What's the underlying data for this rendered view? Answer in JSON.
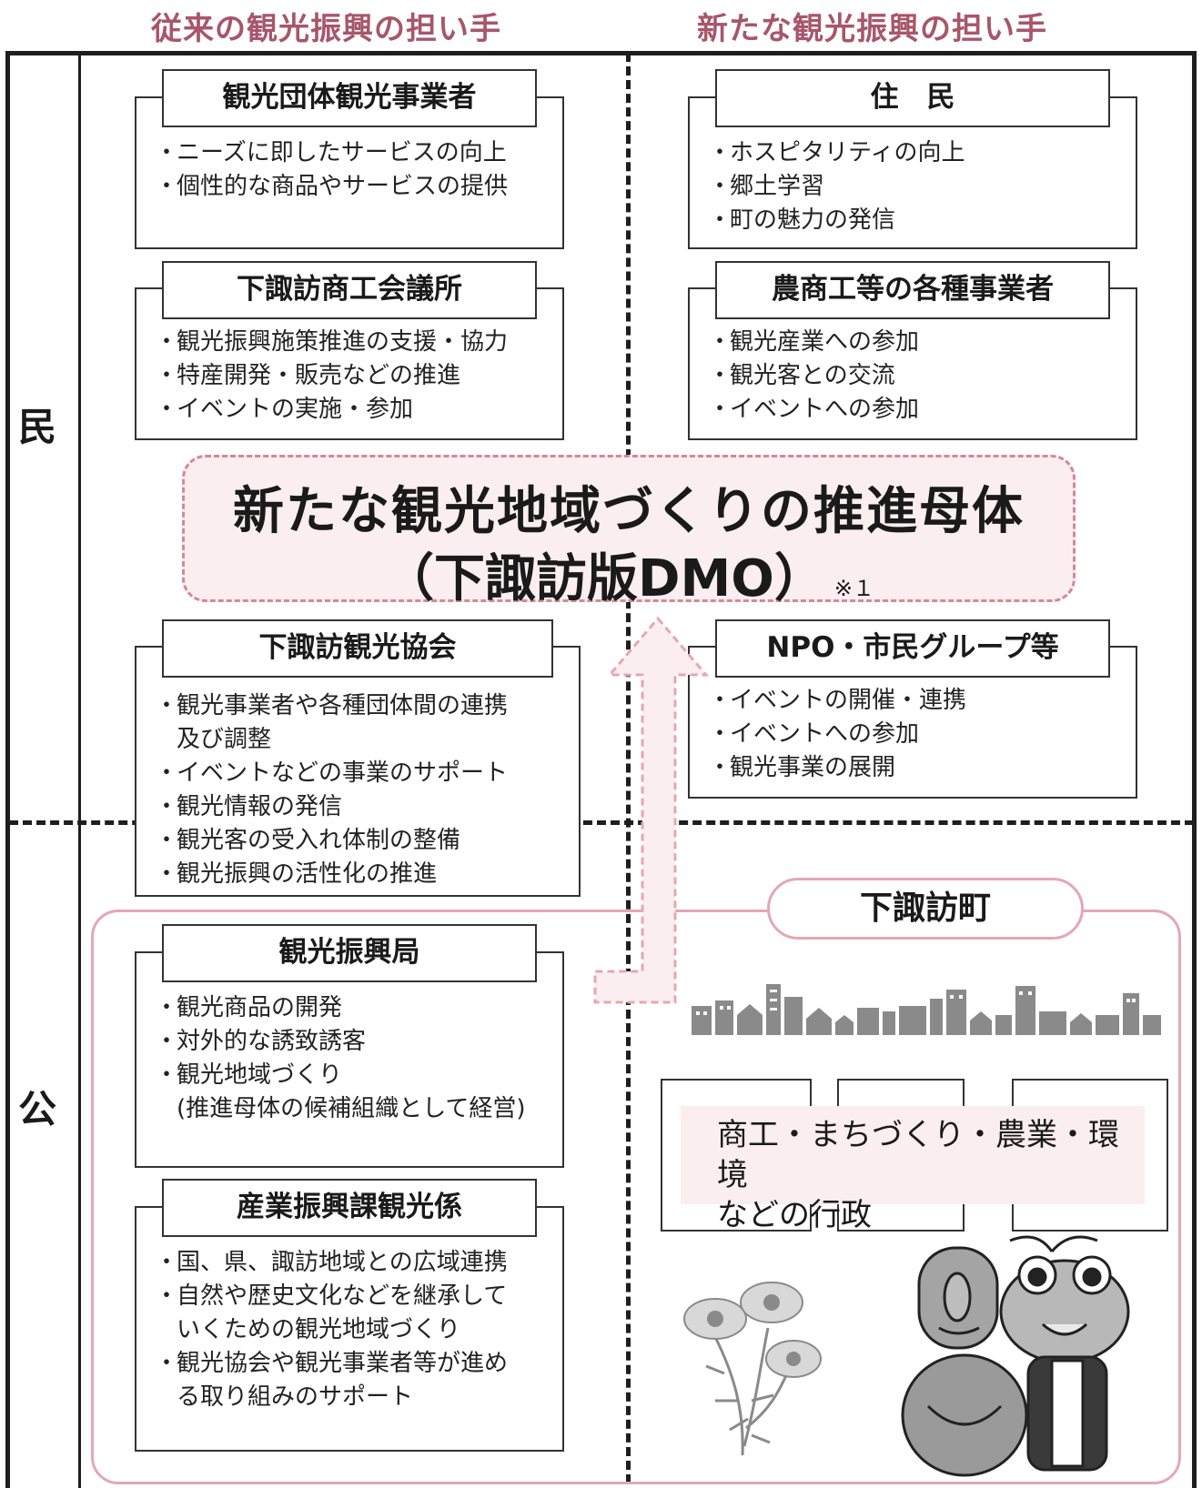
{
  "headers": {
    "left": "従来の観光振興の担い手",
    "right": "新たな観光振興の担い手"
  },
  "sides": {
    "private": "民",
    "public": "公"
  },
  "boxes": {
    "tourism_operators": {
      "title": "観光団体観光事業者",
      "items": [
        "ニーズに即したサービスの向上",
        "個性的な商品やサービスの提供"
      ]
    },
    "residents": {
      "title": "住　民",
      "items": [
        "ホスピタリティの向上",
        "郷土学習",
        "町の魅力の発信"
      ]
    },
    "chamber": {
      "title": "下諏訪商工会議所",
      "items": [
        "観光振興施策推進の支援・協力",
        "特産開発・販売などの推進",
        "イベントの実施・参加"
      ]
    },
    "agri_commerce": {
      "title": "農商工等の各種事業者",
      "items": [
        "観光産業への参加",
        "観光客との交流",
        "イベントへの参加"
      ]
    },
    "tourism_association": {
      "title": "下諏訪観光協会",
      "items": [
        "観光事業者や各種団体間の連携",
        "及び調整",
        "イベントなどの事業のサポート",
        "観光情報の発信",
        "観光客の受入れ体制の整備",
        "観光振興の活性化の推進"
      ]
    },
    "npo": {
      "title": "NPO・市民グループ等",
      "items": [
        "イベントの開催・連携",
        "イベントへの参加",
        "観光事業の展開"
      ]
    },
    "tourism_bureau": {
      "title": "観光振興局",
      "items": [
        "観光商品の開発",
        "対外的な誘致誘客",
        "観光地域づくり",
        "(推進母体の候補組織として経営)"
      ]
    },
    "industry_section": {
      "title": "産業振興課観光係",
      "items": [
        "国、県、諏訪地域との広域連携",
        "自然や歴史文化などを継承して",
        "いくための観光地域づくり",
        "観光協会や観光事業者等が進め",
        "る取り組みのサポート"
      ]
    }
  },
  "dmo": {
    "line1": "新たな観光地域づくりの推進母体",
    "line2": "（下諏訪版DMO）",
    "note": "※１"
  },
  "town": {
    "label": "下諏訪町",
    "admin_line1": "商工・まちづくり・農業・環境",
    "admin_line2": "などの行政"
  },
  "colors": {
    "header_text": "#a8566a",
    "pink_border": "#e3a8b4",
    "pink_fill": "#fbeef0"
  }
}
